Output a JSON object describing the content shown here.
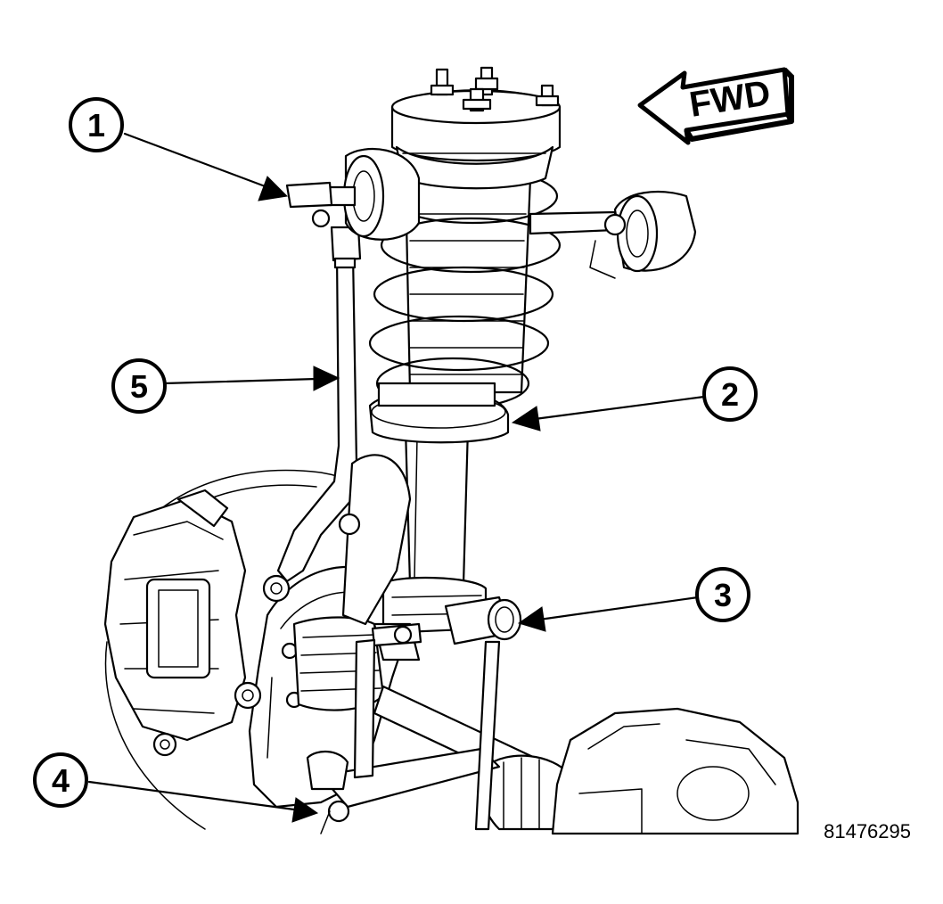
{
  "callouts": [
    {
      "id": "callout-1",
      "label": "1"
    },
    {
      "id": "callout-2",
      "label": "2"
    },
    {
      "id": "callout-3",
      "label": "3"
    },
    {
      "id": "callout-4",
      "label": "4"
    },
    {
      "id": "callout-5",
      "label": "5"
    }
  ],
  "direction_label": "FWD",
  "figure_id": "81476295",
  "colors": {
    "line": "#000000",
    "background": "#ffffff"
  }
}
